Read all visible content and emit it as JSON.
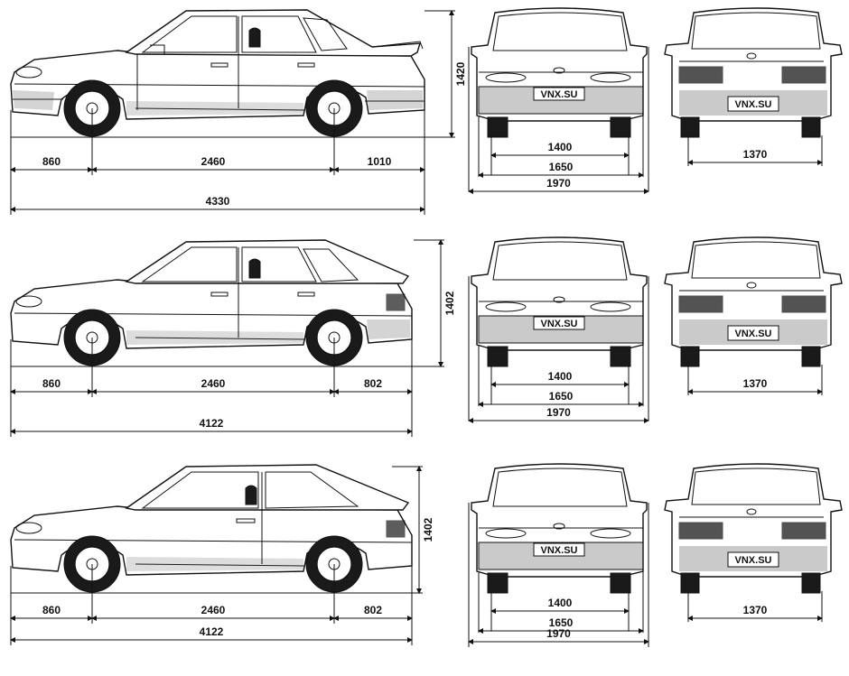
{
  "watermark_plate": "VNX.SU",
  "rows": [
    {
      "variant": "sedan",
      "side": {
        "front_overhang": "860",
        "wheelbase": "2460",
        "rear_overhang": "1010",
        "length": "4330",
        "height": "1420"
      },
      "front": {
        "track": "1400",
        "body_width": "1650",
        "mirror_width": "1970"
      },
      "rear": {
        "track": "1370"
      }
    },
    {
      "variant": "hatch5",
      "side": {
        "front_overhang": "860",
        "wheelbase": "2460",
        "rear_overhang": "802",
        "length": "4122",
        "height": "1402"
      },
      "front": {
        "track": "1400",
        "body_width": "1650",
        "mirror_width": "1970"
      },
      "rear": {
        "track": "1370"
      }
    },
    {
      "variant": "hatch3",
      "side": {
        "front_overhang": "860",
        "wheelbase": "2460",
        "rear_overhang": "802",
        "length": "4122",
        "height": "1402"
      },
      "front": {
        "track": "1400",
        "body_width": "1650",
        "mirror_width": "1970"
      },
      "rear": {
        "track": "1370"
      }
    }
  ]
}
